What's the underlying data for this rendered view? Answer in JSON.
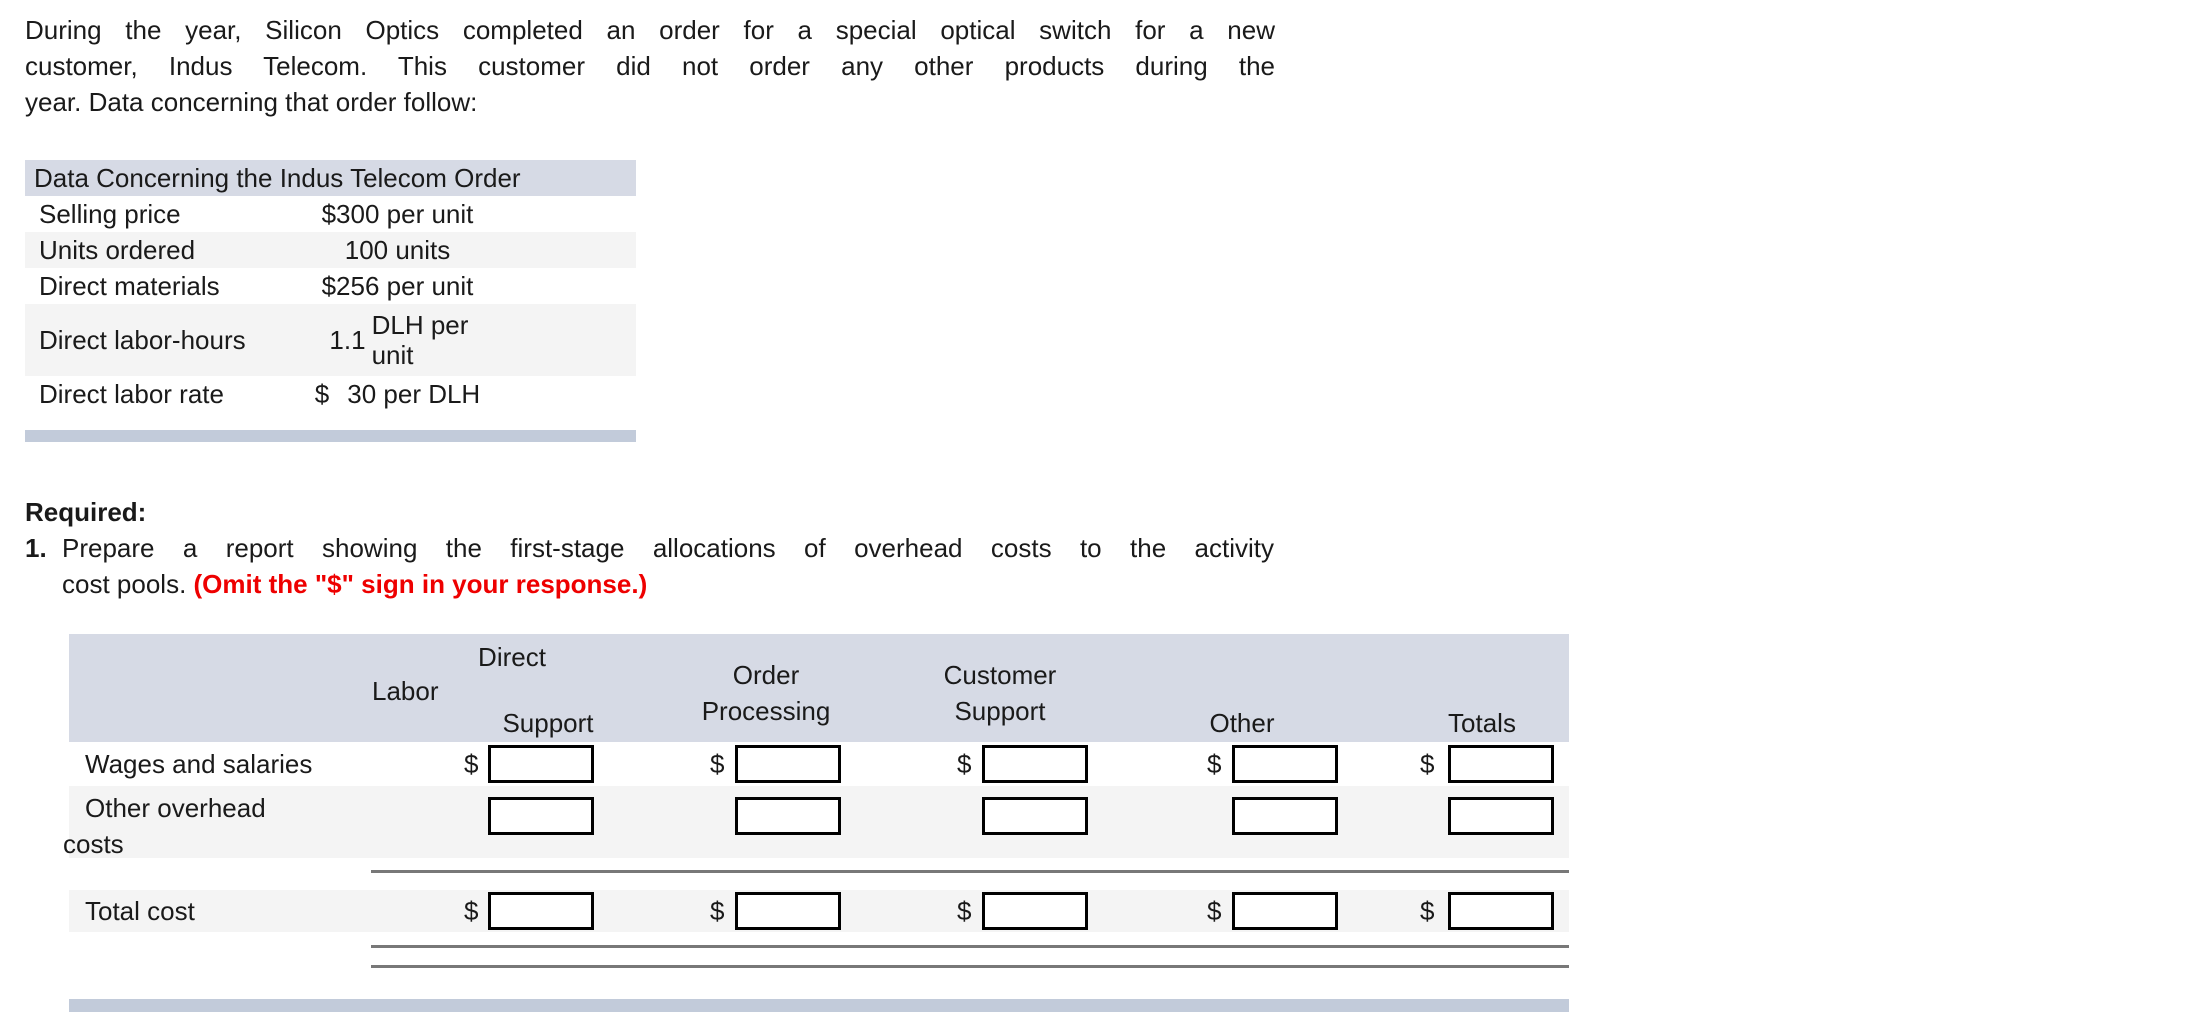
{
  "intro": {
    "lines": [
      "During the year, Silicon Optics completed an order for a special optical switch for a new",
      "customer, Indus Telecom. This customer did not order any other products during the",
      "year. Data concerning that order follow:"
    ]
  },
  "order_table": {
    "title": "Data Concerning the Indus Telecom Order",
    "rows": [
      {
        "type": "plain",
        "label": "Selling price",
        "value": "$300 per unit"
      },
      {
        "type": "plain",
        "label": "Units ordered",
        "value": "100 units"
      },
      {
        "type": "plain",
        "label": "Direct materials",
        "value": "$256 per unit"
      },
      {
        "type": "wrapunit",
        "label": "Direct labor-hours",
        "value_num": "1.1",
        "value_unit": "DLH per unit"
      },
      {
        "type": "currency",
        "label": "Direct labor rate",
        "currency": "$",
        "value": "30 per DLH"
      }
    ]
  },
  "required": {
    "heading": "Required:",
    "item_number": "1.",
    "line1": "Prepare a report showing the first-stage allocations of overhead costs to the activity",
    "line2_prefix": "cost pools. ",
    "line2_emphasis": "(Omit the \"$\" sign in your response.)"
  },
  "allocation_table": {
    "columns": [
      {
        "key": "direct-labor-support",
        "label_lines": [
          "Direct",
          "Labor",
          "Support"
        ]
      },
      {
        "key": "order-processing",
        "label_lines": [
          "Order",
          "Processing"
        ]
      },
      {
        "key": "customer-support",
        "label_lines": [
          "Customer",
          "Support"
        ]
      },
      {
        "key": "other",
        "label_lines": [
          "Other"
        ]
      },
      {
        "key": "totals",
        "label_lines": [
          "Totals"
        ]
      }
    ],
    "rows": [
      {
        "key": "wages",
        "label": "Wages and salaries",
        "currency": "$",
        "inputs": [
          "",
          "",
          "",
          "",
          ""
        ]
      },
      {
        "key": "other-overhead",
        "label_lines": [
          "Other overhead",
          "costs"
        ],
        "currency": "",
        "inputs": [
          "",
          "",
          "",
          "",
          ""
        ]
      },
      {
        "key": "total-cost",
        "label": "Total cost",
        "currency": "$",
        "inputs": [
          "",
          "",
          "",
          "",
          ""
        ]
      }
    ]
  },
  "colors": {
    "band": "#d6dae5",
    "stripe": "#f4f4f4",
    "footer_bar": "#c2cbda",
    "rule": "#787878",
    "emphasis_red": "#ee0000"
  }
}
